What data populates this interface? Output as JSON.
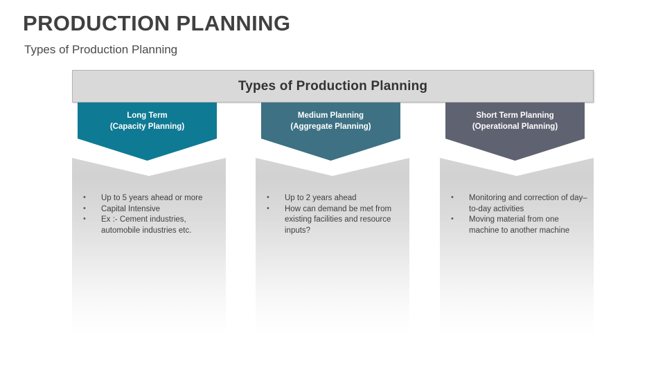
{
  "slide": {
    "title": "PRODUCTION PLANNING",
    "subtitle": "Types of Production Planning"
  },
  "banner": {
    "label": "Types of Production Planning",
    "bg_color": "#d9d9d9",
    "text_color": "#333333"
  },
  "columns": [
    {
      "header_line1": "Long Term",
      "header_line2": "(Capacity Planning)",
      "color": "#0f7a93",
      "bullets": [
        "Up to 5 years ahead or more",
        "Capital Intensive",
        "Ex :- Cement industries, automobile industries etc."
      ]
    },
    {
      "header_line1": "Medium Planning",
      "header_line2": "(Aggregate Planning)",
      "color": "#3d7183",
      "bullets": [
        "Up to 2 years ahead",
        "How can demand be met from existing facilities and resource inputs?"
      ]
    },
    {
      "header_line1": "Short Term Planning",
      "header_line2": "(Operational Planning)",
      "color": "#5f6270",
      "bullets": [
        "Monitoring and correction of day–to-day activities",
        "Moving material from one machine to another machine"
      ]
    }
  ]
}
